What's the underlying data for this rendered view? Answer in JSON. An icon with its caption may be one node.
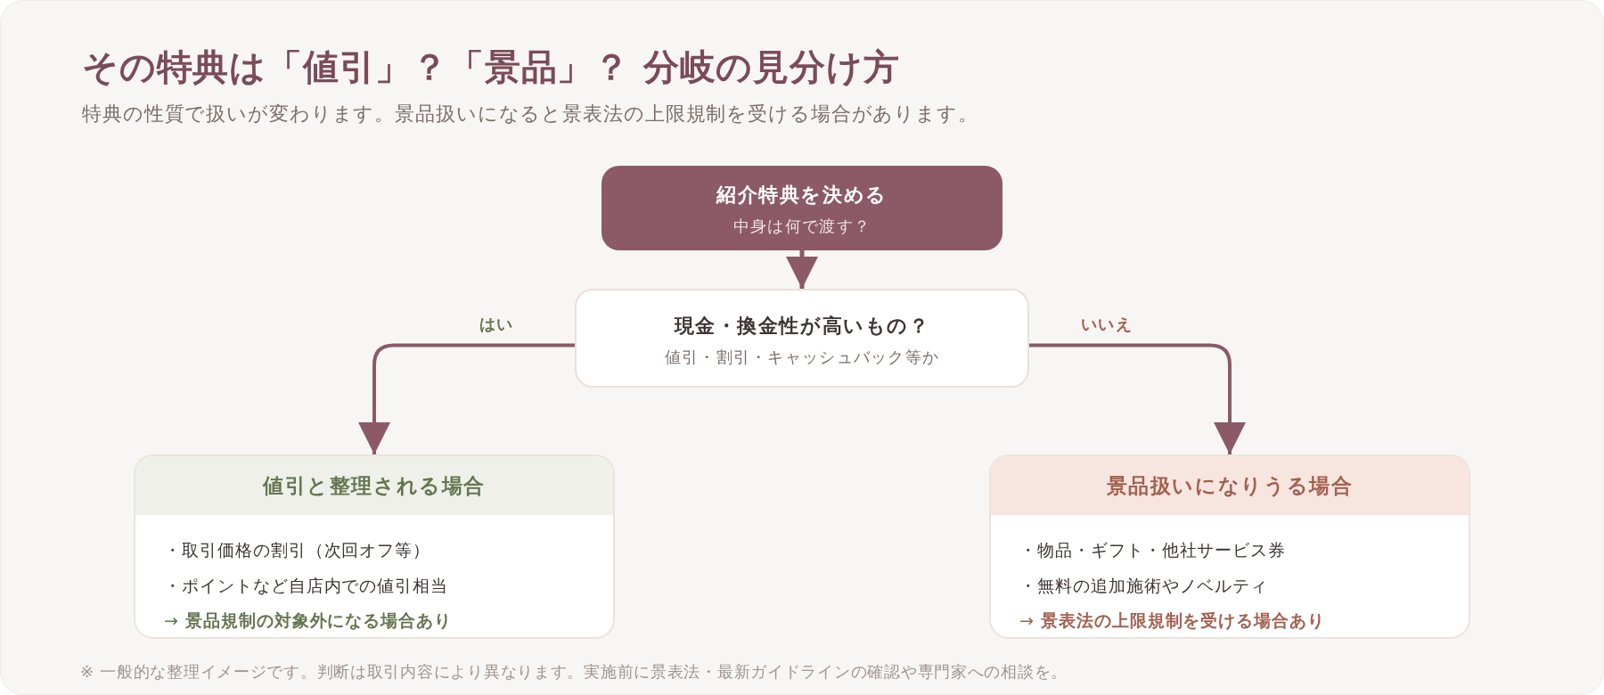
{
  "diagram": {
    "title": "その特典は「値引」？「景品」？ 分岐の見分け方",
    "nodes": [
      {
        "text": [
          "紹介特典を決める",
          "中身は何で渡す？"
        ]
      },
      {
        "text": [
          "現金・換金性が高いもの？",
          "値引・割引・キャッシュバック等か"
        ]
      },
      {
        "text": [
          "値引と整理される場合",
          "・取引価格の割引（次回オフ等）",
          "・ポイントなど自店内での値引相当",
          "→ **景品規制の対象外になる場合あり**"
        ]
      },
      {
        "text": [
          "景品扱いになりうる場合",
          "・物品・ギフト・他社サービス券",
          "・無料の追加施術やノベルティ",
          "→ **景表法の上限規制を受ける場合あり**"
        ]
      }
    ],
    "edges": [
      {
        "from": 0,
        "to": 1,
        "arrow": "to"
      },
      {
        "from": 1,
        "to": 2,
        "arrow": "to",
        "label": "はい"
      },
      {
        "from": 1,
        "to": 3,
        "arrow": "to",
        "label": "いいえ"
      }
    ],
    "labels": [
      "特典の性質で扱いが変わります。景品扱いになると景表法の上限規制を受ける場合があります。",
      "※ 一般的な整理イメージです。判断は取引内容により異なります。実施前に景表法・最新ガイドラインの確認や専門家への相談を。"
    ]
  }
}
